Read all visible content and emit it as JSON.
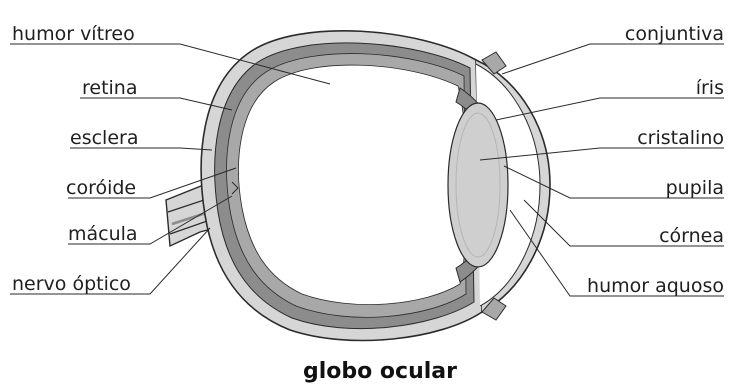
{
  "diagram": {
    "title": "globo ocular",
    "labels": {
      "humor_vitreo": "humor vítreo",
      "retina": "retina",
      "esclera": "esclera",
      "coroide": "coróide",
      "macula": "mácula",
      "nervo_optico": "nervo óptico",
      "conjuntiva": "conjuntiva",
      "iris": "íris",
      "cristalino": "cristalino",
      "pupila": "pupila",
      "cornea": "córnea",
      "humor_aquoso": "humor aquoso"
    }
  },
  "colors": {
    "sclera": "#d6d6d6",
    "choroid": "#8c8c8c",
    "retina": "#a8a8a8",
    "vitreous": "#ffffff",
    "lens": "#cfcfcf",
    "outline": "#2b2b2b"
  }
}
